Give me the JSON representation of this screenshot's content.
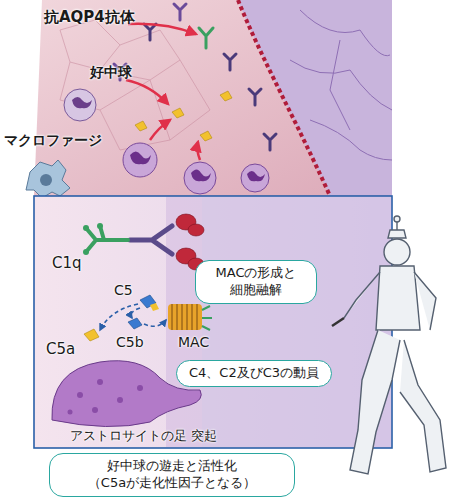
{
  "diagram": {
    "nodes": [
      {
        "text": [
          "MACの形成と 細胞融解"
        ]
      },
      {
        "text": [
          "C4、C2及びC3の動員"
        ]
      },
      {
        "text": [
          "好中球の遊走と活性化 （C5aが走化性因子となる）"
        ]
      }
    ],
    "labels": [
      "抗AQP4抗体",
      "好中球",
      "マクロファージ",
      "C1q",
      "C5",
      "C5a",
      "C5b",
      "MAC",
      "アストロサイトの足 突起"
    ]
  }
}
